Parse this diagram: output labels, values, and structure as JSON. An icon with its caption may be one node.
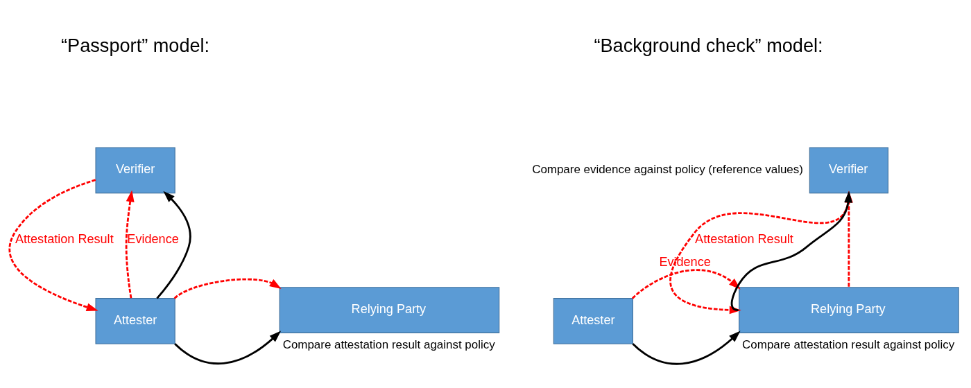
{
  "diagram": {
    "nodes": [
      {
        "text": [
          "Verifier"
        ]
      },
      {
        "text": [
          "Attester"
        ]
      },
      {
        "text": [
          "Relying Party"
        ],
        "beside": [
          "Compare attestation result against policy"
        ]
      },
      {
        "text": [
          "Verifier"
        ],
        "beside": [
          "Compare evidence against policy (reference values)"
        ]
      },
      {
        "text": [
          "Attester"
        ]
      },
      {
        "text": [
          "Relying Party"
        ],
        "beside": [
          "Compare attestation result against policy"
        ]
      }
    ],
    "edges": [
      {
        "from": 1,
        "to": 0,
        "arrow": "to",
        "label": "Evidence",
        "style": "dashed",
        "color": "#ff0000"
      },
      {
        "from": 1,
        "to": 0,
        "arrow": "to",
        "color": "#000000"
      },
      {
        "from": 0,
        "to": 1,
        "arrow": "to",
        "label": "Attestation Result",
        "style": "dashed",
        "color": "#ff0000"
      },
      {
        "from": 1,
        "to": 2,
        "arrow": "to",
        "style": "dashed",
        "color": "#ff0000"
      },
      {
        "from": 1,
        "to": 2,
        "arrow": "to",
        "color": "#000000"
      },
      {
        "from": 4,
        "to": 5,
        "arrow": "to",
        "label": "Evidence",
        "style": "dashed",
        "color": "#ff0000"
      },
      {
        "from": 4,
        "to": 5,
        "arrow": "to",
        "color": "#000000"
      },
      {
        "from": 5,
        "to": 3,
        "arrow": "to",
        "style": "dashed",
        "color": "#ff0000"
      },
      {
        "from": 5,
        "to": 3,
        "arrow": "to",
        "color": "#000000"
      },
      {
        "from": 3,
        "to": 5,
        "arrow": "to",
        "label": "Attestation Result",
        "style": "dashed",
        "color": "#ff0000"
      }
    ],
    "labels": [
      "“Passport” model:",
      "“Background check” model:"
    ]
  }
}
